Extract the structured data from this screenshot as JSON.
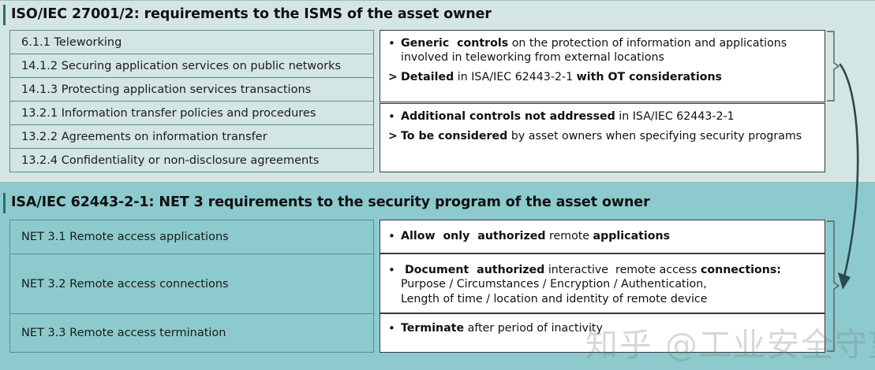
{
  "colors": {
    "panel_top_bg": "#d3e6e4",
    "panel_bottom_bg": "#8ccacd",
    "grid_border": "#5f8a89",
    "box_border": "#3a3a3a",
    "box_bg": "#ffffff",
    "text": "#111111",
    "arrow": "#2b4a4d"
  },
  "sections": [
    {
      "id": "iso-27001",
      "title": "ISO/IEC 27001/2: requirements to the ISMS of the asset owner",
      "rows": [
        {
          "label": "6.1.1 Teleworking"
        },
        {
          "label": "14.1.2 Securing application services on public networks"
        },
        {
          "label": "14.1.3 Protecting application services transactions"
        },
        {
          "label": "13.2.1 Information transfer policies and procedures"
        },
        {
          "label": "13.2.2 Agreements on information transfer"
        },
        {
          "label": "13.2.4 Confidentiality or non-disclosure agreements"
        }
      ],
      "boxes": [
        {
          "id": "iso-box-1",
          "bullets": [
            {
              "marker": "•",
              "html": "<b>Generic&nbsp; controls</b> on the protection of information and applications involved in teleworking from external locations"
            },
            {
              "marker": ">",
              "html": "<b>Detailed</b> in ISA/IEC 62443-2-1 <b>with OT considerations</b>"
            }
          ]
        },
        {
          "id": "iso-box-2",
          "bullets": [
            {
              "marker": "•",
              "html": "<b>Additional controls not addressed</b> in ISA/IEC 62443-2-1"
            },
            {
              "marker": ">",
              "html": "<b>To be considered</b> by asset owners when specifying security programs"
            }
          ]
        }
      ]
    },
    {
      "id": "isa-62443",
      "title": "ISA/IEC 62443-2-1: NET 3 requirements to the security program of the asset owner",
      "rows": [
        {
          "label": "NET 3.1 Remote access applications"
        },
        {
          "label": "NET 3.2 Remote access connections"
        },
        {
          "label": "NET 3.3 Remote access termination"
        }
      ],
      "boxes": [
        {
          "id": "isa-box-1",
          "bullets": [
            {
              "marker": "•",
              "html": "<b>Allow&nbsp; only&nbsp; authorized</b> remote <b>applications</b>"
            }
          ]
        },
        {
          "id": "isa-box-2",
          "bullets": [
            {
              "marker": "•",
              "html": "<b>&nbsp;Document&nbsp; authorized</b> interactive&nbsp; remote access <b>connections:</b><br>Purpose / Circumstances / Encryption / Authentication,<br>Length of time / location and identity of remote device"
            }
          ]
        },
        {
          "id": "isa-box-3",
          "bullets": [
            {
              "marker": "•",
              "html": "<b>Terminate</b> after period of inactivity"
            }
          ]
        }
      ]
    }
  ],
  "watermark": {
    "text": "知乎 @工业安全守望者"
  }
}
